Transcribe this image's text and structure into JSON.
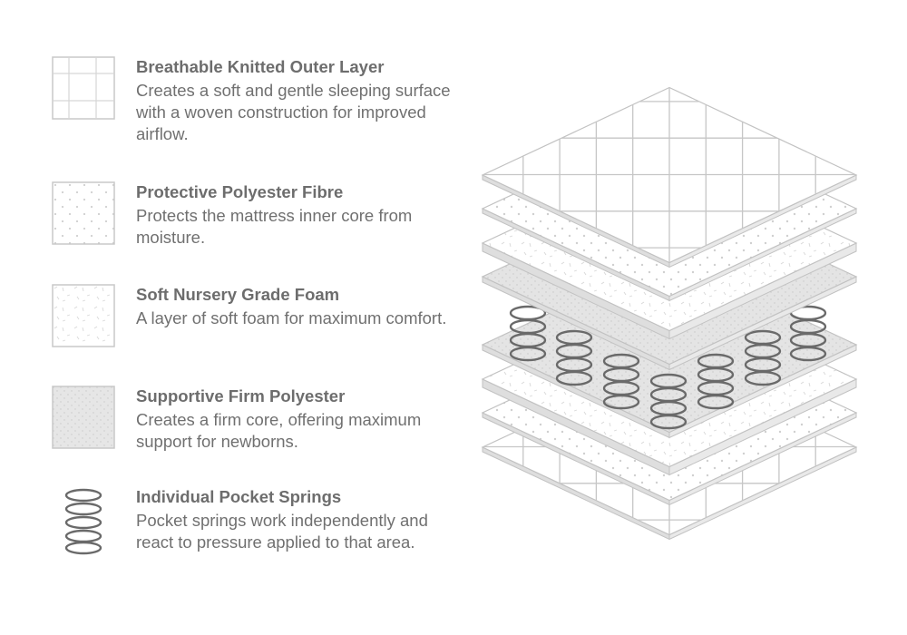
{
  "legend": {
    "items": [
      {
        "key": "knitted",
        "icon": "grid-pattern-icon",
        "title": "Breathable Knitted Outer Layer",
        "description": "Creates a soft and gentle sleeping surface with a woven construction for improved airflow."
      },
      {
        "key": "fibre",
        "icon": "dot-pattern-icon",
        "title": "Protective Polyester Fibre",
        "description": "Protects the mattress inner core from moisture."
      },
      {
        "key": "foam",
        "icon": "fleck-pattern-icon",
        "title": "Soft Nursery Grade Foam",
        "description": "A layer of soft foam for maximum comfort."
      },
      {
        "key": "firm",
        "icon": "gray-dot-pattern-icon",
        "title": "Supportive Firm Polyester",
        "description": "Creates a firm core, offering maximum support for newborns."
      },
      {
        "key": "springs",
        "icon": "spring-icon",
        "title": "Individual Pocket Springs",
        "description": "Pocket springs work independently and react to pressure applied to that area."
      }
    ]
  },
  "diagram": {
    "label": "Exploded mattress layer diagram",
    "layer_order_top_to_bottom": [
      "knitted",
      "fibre",
      "foam",
      "firm",
      "springs",
      "firm",
      "foam",
      "fibre",
      "knitted"
    ],
    "spring_count_visible": 7
  },
  "colors": {
    "text": "#6f6f6f",
    "line": "#c4c4c4",
    "edge": "#d9d9d9",
    "firm_fill": "#e4e4e4",
    "spring": "#6a6a6a",
    "dot": "#cfcfcf"
  }
}
